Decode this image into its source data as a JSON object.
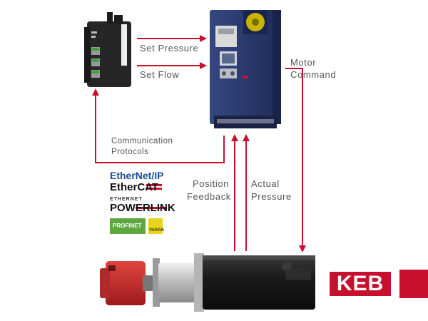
{
  "labels": {
    "set_pressure": "Set Pressure",
    "set_flow": "Set Flow",
    "motor_command_line1": "Motor",
    "motor_command_line2": "Command",
    "communication_line1": "Communication",
    "communication_line2": "Protocols",
    "position_feedback_line1": "Position",
    "position_feedback_line2": "Feedback",
    "actual_pressure_line1": "Actual",
    "actual_pressure_line2": "Pressure"
  },
  "protocols": {
    "ethernet_ip": "EtherNet/IP",
    "ethercat": "EtherCAT",
    "powerlink_top": "ETHERNET",
    "powerlink": "POWERLINK",
    "profinet": "PROFINET",
    "varan": "VARAN"
  },
  "brand": {
    "name": "KEB",
    "color": "#c8102e"
  },
  "colors": {
    "arrow": "#c8102e",
    "drive_body": "#2a3a6e",
    "controller_body": "#2b2b2b",
    "motor_red": "#c4282d"
  }
}
